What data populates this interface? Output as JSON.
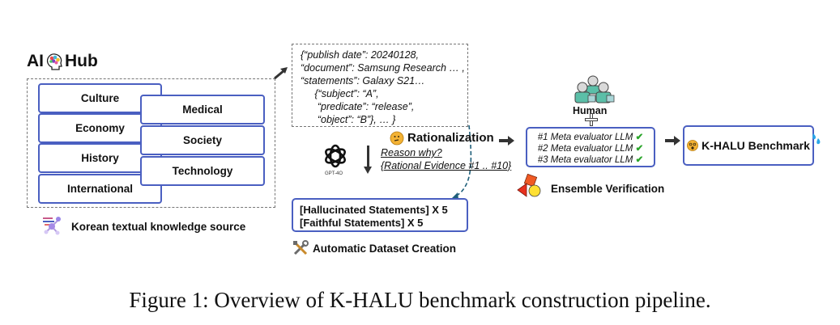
{
  "source": {
    "logo_left": "AI",
    "logo_right": "Hub",
    "logo_icon": "brain-head-icon",
    "topics_left": [
      "Culture",
      "Economy",
      "History",
      "International"
    ],
    "topics_right": [
      "Medical",
      "Society",
      "Technology"
    ],
    "label": "Korean textual knowledge source",
    "label_icon": "network-icon"
  },
  "json_example": {
    "lines": [
      "{“publish date”: 20240128,",
      "“document”: Samsung Research … ,",
      "“statements”: Galaxy S21…",
      "     {“subject”: “A”,",
      "      “predicate”: “release”,",
      "      “object”: “B”}, … }"
    ]
  },
  "rationalization": {
    "label": "Rationalization",
    "icon": "thinking-face-icon",
    "model_label": "GPT-4O",
    "prompt_line1": "Reason why?",
    "prompt_line2": "{Rational Evidence #1 .. #10}"
  },
  "dataset": {
    "lines": [
      "[Hallucinated Statements] X 5",
      "[Faithful Statements] X 5"
    ],
    "label": "Automatic Dataset Creation",
    "icon": "tools-icon"
  },
  "verification": {
    "human_label": "Human",
    "plus": "+",
    "evaluators": [
      "#1 Meta evaluator LLM",
      "#2 Meta evaluator LLM",
      "#3 Meta evaluator LLM"
    ],
    "check": "✔",
    "label": "Ensemble Verification",
    "icon": "shapes-icon"
  },
  "benchmark": {
    "label": "K-HALU Benchmark",
    "icon": "anxious-face-icon"
  },
  "caption": "Figure 1: Overview of K-HALU benchmark construction pipeline.",
  "colors": {
    "box_border": "#4a5fc1",
    "check": "#2aa52a",
    "dashed_arrow": "#1f5f7a"
  }
}
